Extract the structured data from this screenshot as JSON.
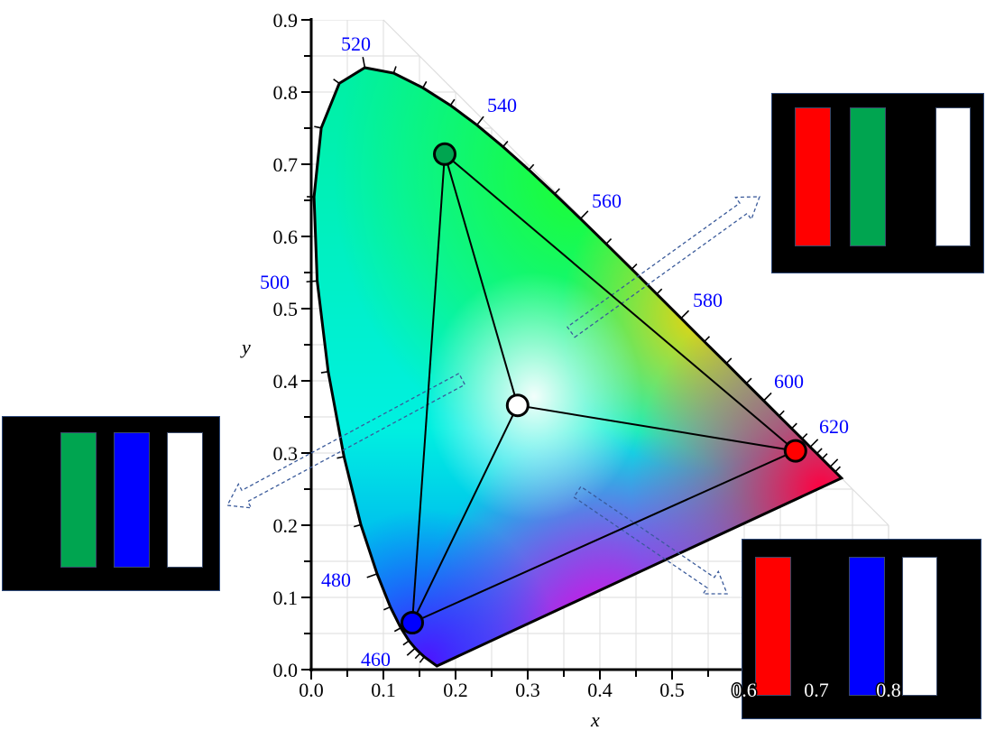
{
  "chart_data": {
    "type": "scatter",
    "title": "CIE 1931 chromaticity diagram with display gamut",
    "xlabel": "x",
    "ylabel": "y",
    "xlim": [
      0.0,
      0.8
    ],
    "ylim": [
      0.0,
      0.9
    ],
    "x_ticks": [
      "0.0",
      "0.1",
      "0.2",
      "0.3",
      "0.4",
      "0.5",
      "0.6",
      "0.7",
      "0.8"
    ],
    "y_ticks": [
      "0.0",
      "0.1",
      "0.2",
      "0.3",
      "0.4",
      "0.5",
      "0.6",
      "0.7",
      "0.8",
      "0.9"
    ],
    "grid": true,
    "primaries": [
      {
        "name": "green",
        "x": 0.185,
        "y": 0.714,
        "color": "#00a550"
      },
      {
        "name": "red",
        "x": 0.671,
        "y": 0.303,
        "color": "#ff0000"
      },
      {
        "name": "blue",
        "x": 0.14,
        "y": 0.065,
        "color": "#0000ff"
      },
      {
        "name": "white",
        "x": 0.286,
        "y": 0.366,
        "color": "#ffffff"
      }
    ],
    "wavelength_labels": [
      "460",
      "480",
      "500",
      "520",
      "540",
      "560",
      "580",
      "600",
      "620"
    ],
    "spectral_locus": [
      [
        380,
        0.1741,
        0.005
      ],
      [
        450,
        0.1566,
        0.0177
      ],
      [
        455,
        0.151,
        0.0227
      ],
      [
        460,
        0.144,
        0.0297
      ],
      [
        465,
        0.1355,
        0.0399
      ],
      [
        470,
        0.1241,
        0.0578
      ],
      [
        475,
        0.1096,
        0.0868
      ],
      [
        480,
        0.0913,
        0.1327
      ],
      [
        485,
        0.0687,
        0.2007
      ],
      [
        490,
        0.0454,
        0.295
      ],
      [
        495,
        0.0235,
        0.4127
      ],
      [
        500,
        0.0082,
        0.5384
      ],
      [
        505,
        0.0039,
        0.6548
      ],
      [
        510,
        0.0139,
        0.7502
      ],
      [
        515,
        0.0389,
        0.812
      ],
      [
        520,
        0.0743,
        0.8338
      ],
      [
        525,
        0.1142,
        0.8262
      ],
      [
        530,
        0.1547,
        0.8059
      ],
      [
        535,
        0.1929,
        0.7816
      ],
      [
        540,
        0.2296,
        0.7543
      ],
      [
        545,
        0.2658,
        0.7243
      ],
      [
        550,
        0.3016,
        0.6923
      ],
      [
        555,
        0.3373,
        0.6589
      ],
      [
        560,
        0.3731,
        0.6245
      ],
      [
        565,
        0.4087,
        0.5896
      ],
      [
        570,
        0.4441,
        0.5547
      ],
      [
        575,
        0.4788,
        0.5202
      ],
      [
        580,
        0.5125,
        0.4866
      ],
      [
        585,
        0.5448,
        0.4544
      ],
      [
        590,
        0.5752,
        0.4242
      ],
      [
        595,
        0.6029,
        0.3965
      ],
      [
        600,
        0.627,
        0.3725
      ],
      [
        605,
        0.6482,
        0.3514
      ],
      [
        610,
        0.6658,
        0.334
      ],
      [
        615,
        0.6801,
        0.3197
      ],
      [
        620,
        0.6915,
        0.3083
      ],
      [
        625,
        0.7006,
        0.2993
      ],
      [
        630,
        0.7079,
        0.292
      ],
      [
        640,
        0.719,
        0.2809
      ],
      [
        650,
        0.726,
        0.274
      ],
      [
        700,
        0.7347,
        0.2653
      ]
    ]
  },
  "insets": [
    {
      "name": "green-blue-white",
      "bars": [
        "#00a550",
        "#0000ff",
        "#ffffff"
      ]
    },
    {
      "name": "red-green-white",
      "bars": [
        "#ff0000",
        "#00a550",
        "#ffffff"
      ]
    },
    {
      "name": "red-blue-white",
      "bars": [
        "#ff0000",
        "#0000ff",
        "#ffffff"
      ]
    }
  ]
}
